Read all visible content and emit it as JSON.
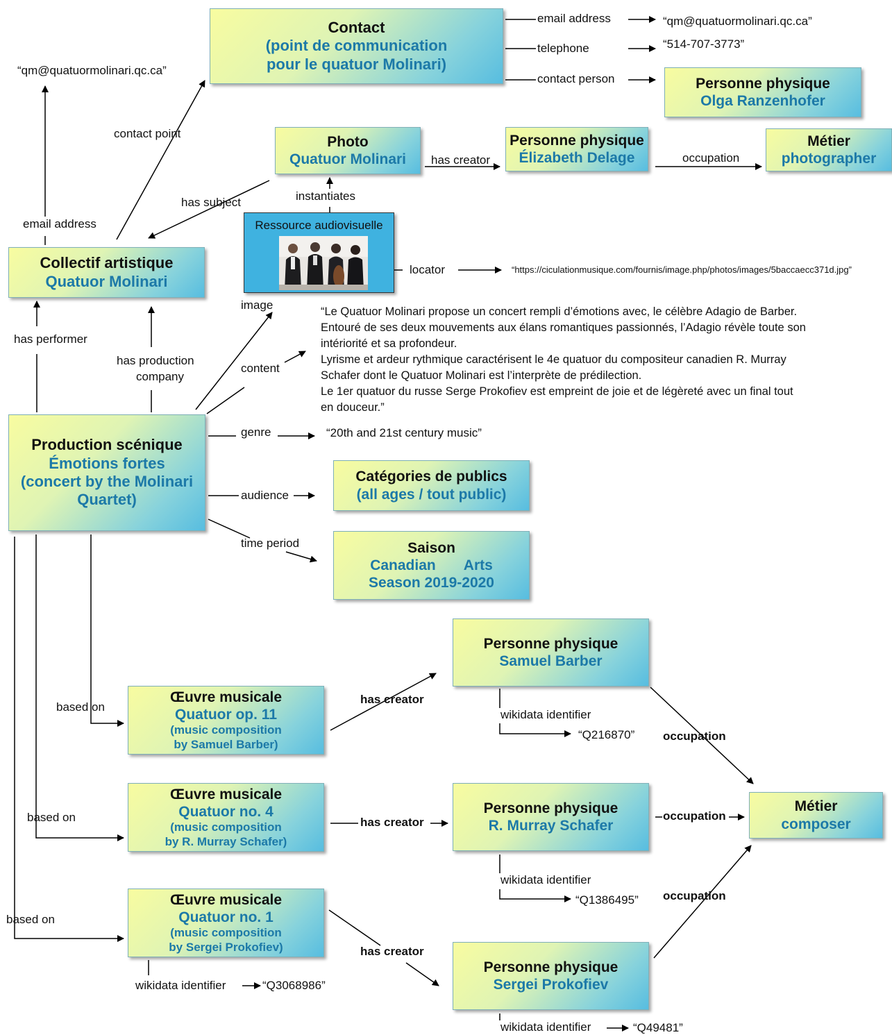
{
  "nodes": {
    "contact": {
      "type": "Contact",
      "line1": "(point de communication",
      "line2": "pour le quatuor Molinari)"
    },
    "olga": {
      "type": "Personne physique",
      "name": "Olga Ranzenhofer"
    },
    "photo": {
      "type": "Photo",
      "name": "Quatuor Molinari"
    },
    "delage": {
      "type": "Personne physique",
      "name": "Élizabeth Delage"
    },
    "metier_photo": {
      "type": "Métier",
      "name": "photographer"
    },
    "av": {
      "type": "Ressource audiovisuelle"
    },
    "collectif": {
      "type": "Collectif artistique",
      "name": "Quatuor Molinari"
    },
    "production": {
      "type": "Production scénique",
      "line1": "Émotions fortes",
      "line2": "(concert by the Molinari",
      "line3": "Quartet)"
    },
    "publics": {
      "type": "Catégories de publics",
      "name": "(all ages / tout public)"
    },
    "saison": {
      "type": "Saison",
      "line1": "Canadian       Arts",
      "line2": "Season 2019-2020"
    },
    "barber": {
      "type": "Personne physique",
      "name": "Samuel Barber"
    },
    "schafer": {
      "type": "Personne physique",
      "name": "R. Murray Schafer"
    },
    "prokofiev": {
      "type": "Personne physique",
      "name": "Sergei Prokofiev"
    },
    "metier_comp": {
      "type": "Métier",
      "name": "composer"
    },
    "oeuvre1": {
      "type": "Œuvre musicale",
      "name": "Quatuor op. 11",
      "line1": "(music composition",
      "line2": "by Samuel Barber)"
    },
    "oeuvre2": {
      "type": "Œuvre musicale",
      "name": "Quatuor no. 4",
      "line1": "(music composition",
      "line2": "by R. Murray Schafer)"
    },
    "oeuvre3": {
      "type": "Œuvre musicale",
      "name": "Quatuor no. 1",
      "line1": "(music composition",
      "line2": "by Sergei Prokofiev)"
    }
  },
  "edges": {
    "email_address": "email address",
    "telephone": "telephone",
    "contact_person": "contact person",
    "contact_point": "contact point",
    "has_creator": "has creator",
    "occupation": "occupation",
    "has_subject": "has subject",
    "instantiates": "instantiates",
    "locator": "locator",
    "image": "image",
    "content": "content",
    "has_performer": "has performer",
    "has_production_company_1": "has production",
    "has_production_company_2": "company",
    "genre": "genre",
    "audience": "audience",
    "time_period": "time period",
    "based_on": "based on",
    "wikidata_identifier": "wikidata identifier"
  },
  "literals": {
    "email_contact": "“qm@quatuormolinari.qc.ca”",
    "phone": "“514-707-3773”",
    "email_collectif": "“qm@quatuormolinari.qc.ca”",
    "url": "“https://ciculationmusique.com/fournis/image.php/photos/images/5baccaecc371d.jpg”",
    "genre": "“20th and 21st century music”",
    "q_barber": "“Q216870”",
    "q_schafer": "“Q1386495”",
    "q_oeuvre3": "“Q3068986”",
    "q_prokofiev": "“Q49481”"
  },
  "content_text": [
    "“Le Quatuor Molinari propose un concert rempli d’émotions avec, le célèbre Adagio de Barber.",
    "Entouré de ses deux mouvements aux élans romantiques passionnés, l’Adagio révèle toute son",
    "intériorité et sa profondeur.",
    "Lyrisme et ardeur rythmique caractérisent le 4e quatuor du compositeur canadien R. Murray",
    "Schafer dont le Quatuor Molinari est l’interprète de prédilection.",
    "Le 1er quatuor du russe Serge Prokofiev est empreint de joie et de légèreté avec un final tout",
    "en douceur.”"
  ],
  "colors": {
    "node_text": "#111111",
    "node_subtext": "#1c79a8",
    "av_box": "#3fb2e0"
  }
}
